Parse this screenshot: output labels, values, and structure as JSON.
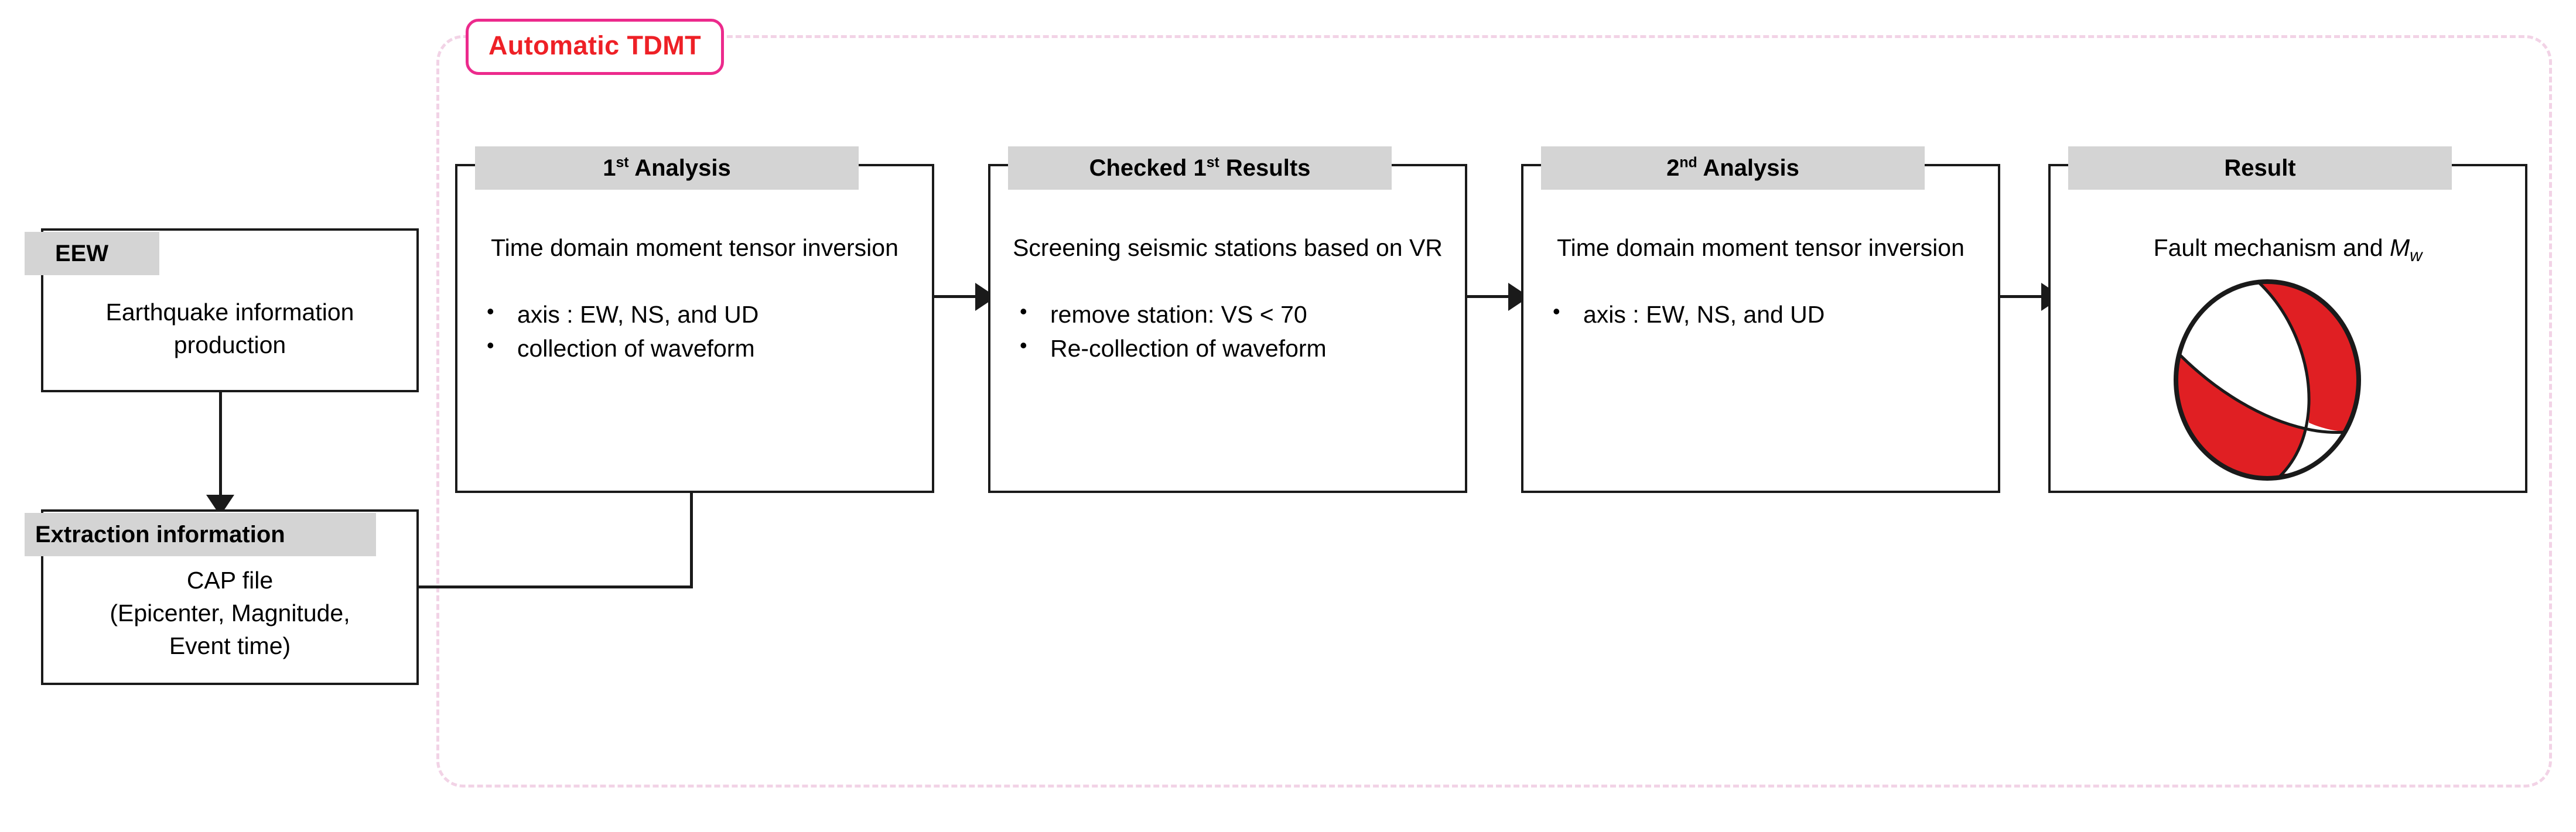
{
  "diagram": {
    "title": "Automatic TDMT workflow",
    "container_label": "Automatic TDMT",
    "colors": {
      "container_border": "#f2d3e6",
      "badge_border": "#ec2a8c",
      "badge_text": "#ee2026",
      "header_fill": "#d4d4d4",
      "box_border": "#1a1a1a",
      "beachball_red": "#e01f23"
    }
  },
  "boxes": {
    "eew": {
      "header": "EEW",
      "lines": [
        "Earthquake information",
        "production"
      ]
    },
    "extraction": {
      "header": "Extraction information",
      "lines": [
        "CAP file",
        "(Epicenter, Magnitude,",
        "Event time)"
      ]
    },
    "first_analysis": {
      "header_pre": "1",
      "header_sup": "st",
      "header_post": " Analysis",
      "title": "Time domain moment tensor inversion",
      "bullets": [
        "axis : EW, NS, and UD",
        "collection of waveform"
      ]
    },
    "checked_first_results": {
      "header_pre": "Checked 1",
      "header_sup": "st",
      "header_post": " Results",
      "title": "Screening seismic stations based on VR",
      "bullets": [
        "remove station: VS < 70",
        "Re-collection of waveform"
      ]
    },
    "second_analysis": {
      "header_pre": "2",
      "header_sup": "nd",
      "header_post": " Analysis",
      "title": "Time domain moment tensor inversion",
      "bullets": [
        "axis : EW, NS, and UD"
      ]
    },
    "result": {
      "header": "Result",
      "title_pre": "Fault mechanism and ",
      "title_var": "M",
      "title_sub": "w",
      "graphic": "focal-mechanism-beachball"
    }
  }
}
